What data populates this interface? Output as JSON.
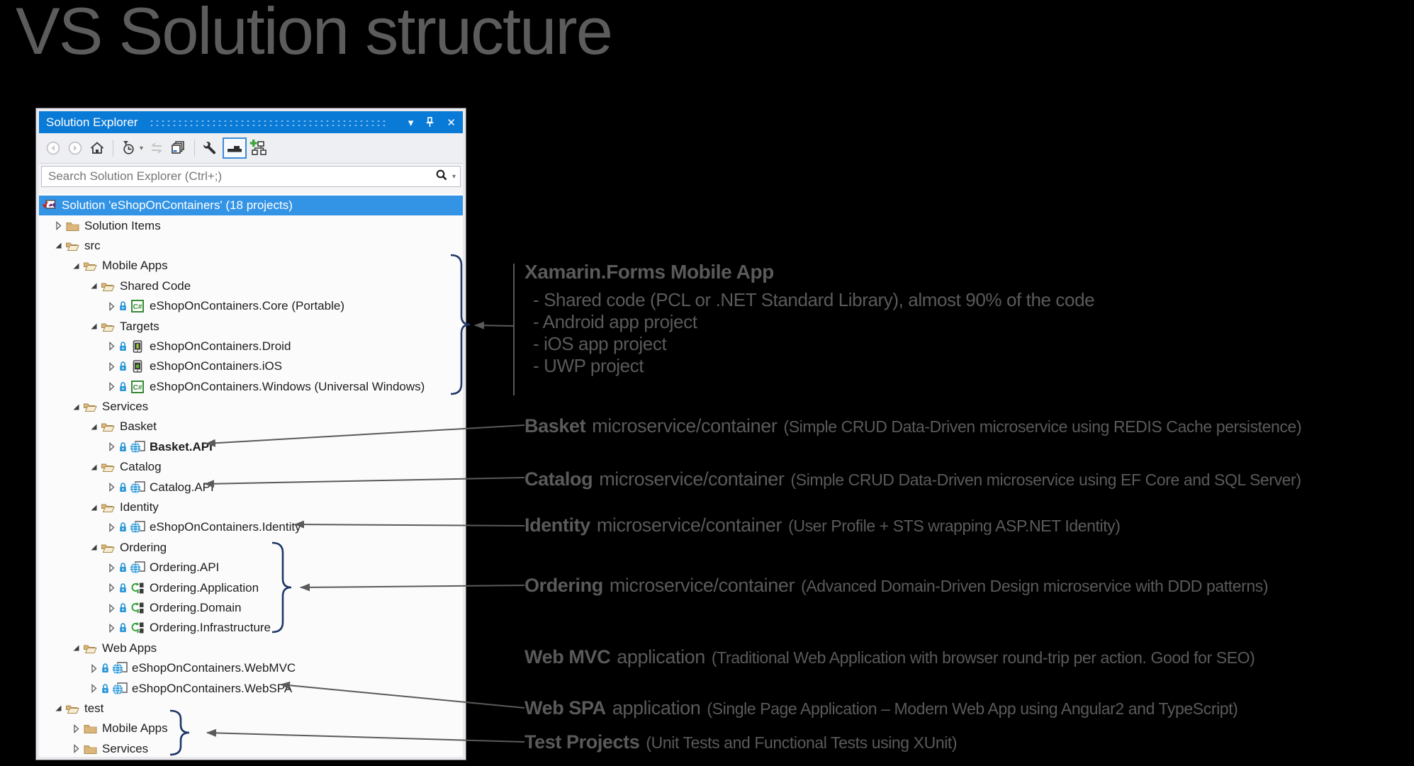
{
  "page_title": "VS Solution structure",
  "window": {
    "title": "Solution Explorer",
    "controls": {
      "position_chevron": "▾",
      "close": "✕"
    },
    "search": {
      "placeholder": "Search Solution Explorer (Ctrl+;)",
      "caret": "▾"
    },
    "toolbar_caret": "▾"
  },
  "tree": [
    {
      "label": "Solution 'eShopOnContainers' (18 projects)",
      "level": 0,
      "icon": "solution",
      "selected": true
    },
    {
      "label": "Solution Items",
      "level": 1,
      "expander": "collapsed",
      "icon": "folder-closed"
    },
    {
      "label": "src",
      "level": 1,
      "expander": "expanded",
      "icon": "folder-open"
    },
    {
      "label": "Mobile Apps",
      "level": 2,
      "expander": "expanded",
      "icon": "folder-open"
    },
    {
      "label": "Shared Code",
      "level": 3,
      "expander": "expanded",
      "icon": "folder-open"
    },
    {
      "label": "eShopOnContainers.Core (Portable)",
      "level": 4,
      "expander": "collapsed",
      "lock": true,
      "icon": "csharp"
    },
    {
      "label": "Targets",
      "level": 3,
      "expander": "expanded",
      "icon": "folder-open"
    },
    {
      "label": "eShopOnContainers.Droid",
      "level": 4,
      "expander": "collapsed",
      "lock": true,
      "icon": "android"
    },
    {
      "label": "eShopOnContainers.iOS",
      "level": 4,
      "expander": "collapsed",
      "lock": true,
      "icon": "ios"
    },
    {
      "label": "eShopOnContainers.Windows (Universal Windows)",
      "level": 4,
      "expander": "collapsed",
      "lock": true,
      "icon": "csharp"
    },
    {
      "label": "Services",
      "level": 2,
      "expander": "expanded",
      "icon": "folder-open"
    },
    {
      "label": "Basket",
      "level": 3,
      "expander": "expanded",
      "icon": "folder-open"
    },
    {
      "label": "Basket.API",
      "level": 4,
      "expander": "collapsed",
      "lock": true,
      "icon": "web",
      "bold": true
    },
    {
      "label": "Catalog",
      "level": 3,
      "expander": "expanded",
      "icon": "folder-open"
    },
    {
      "label": "Catalog.API",
      "level": 4,
      "expander": "collapsed",
      "lock": true,
      "icon": "web"
    },
    {
      "label": "Identity",
      "level": 3,
      "expander": "expanded",
      "icon": "folder-open"
    },
    {
      "label": "eShopOnContainers.Identity",
      "level": 4,
      "expander": "collapsed",
      "lock": true,
      "icon": "web"
    },
    {
      "label": "Ordering",
      "level": 3,
      "expander": "expanded",
      "icon": "folder-open"
    },
    {
      "label": "Ordering.API",
      "level": 4,
      "expander": "collapsed",
      "lock": true,
      "icon": "web"
    },
    {
      "label": "Ordering.Application",
      "level": 4,
      "expander": "collapsed",
      "lock": true,
      "icon": "classlib"
    },
    {
      "label": "Ordering.Domain",
      "level": 4,
      "expander": "collapsed",
      "lock": true,
      "icon": "classlib"
    },
    {
      "label": "Ordering.Infrastructure",
      "level": 4,
      "expander": "collapsed",
      "lock": true,
      "icon": "classlib"
    },
    {
      "label": "Web Apps",
      "level": 2,
      "expander": "expanded",
      "icon": "folder-open"
    },
    {
      "label": "eShopOnContainers.WebMVC",
      "level": 3,
      "expander": "collapsed",
      "lock": true,
      "icon": "web"
    },
    {
      "label": "eShopOnContainers.WebSPA",
      "level": 3,
      "expander": "collapsed",
      "lock": true,
      "icon": "web"
    },
    {
      "label": "test",
      "level": 1,
      "expander": "expanded",
      "icon": "folder-open"
    },
    {
      "label": "Mobile Apps",
      "level": 2,
      "expander": "collapsed",
      "icon": "folder-closed"
    },
    {
      "label": "Services",
      "level": 2,
      "expander": "collapsed",
      "icon": "folder-closed"
    }
  ],
  "annotations": {
    "xamarin": {
      "title": "Xamarin.Forms Mobile App",
      "items": [
        "- Shared code (PCL or .NET Standard Library), almost 90% of the code",
        "- Android app project",
        "- iOS app project",
        "- UWP project"
      ]
    },
    "callouts": [
      {
        "bold": "Basket",
        "mid": "microservice/container",
        "paren": "(Simple CRUD Data-Driven microservice using REDIS Cache persistence)"
      },
      {
        "bold": "Catalog",
        "mid": "microservice/container",
        "paren": "(Simple CRUD Data-Driven microservice using EF Core and SQL Server)"
      },
      {
        "bold": "Identity",
        "mid": "microservice/container",
        "paren": "(User Profile + STS wrapping ASP.NET Identity)"
      },
      {
        "bold": "Ordering",
        "mid": "microservice/container",
        "paren": "(Advanced Domain-Driven Design microservice with DDD patterns)"
      },
      {
        "bold": "Web MVC",
        "mid": "application",
        "paren": "(Traditional Web Application with browser round-trip per action. Good for SEO)"
      },
      {
        "bold": "Web SPA",
        "mid": "application",
        "paren": "(Single Page Application – Modern Web App using Angular2 and TypeScript)"
      },
      {
        "bold": "Test Projects",
        "mid": "",
        "paren": "(Unit Tests and Functional Tests using XUnit)"
      }
    ]
  },
  "colors": {
    "titlebar_blue": "#0a7ad7",
    "selection_blue": "#3394e6",
    "folder_tan": "#dcb67a",
    "lock_blue": "#2c97d8",
    "brace_navy": "#1e3766",
    "annotation_gray": "#5a5a5a",
    "csharp_green": "#388a34",
    "vs_purple": "#68217a"
  }
}
